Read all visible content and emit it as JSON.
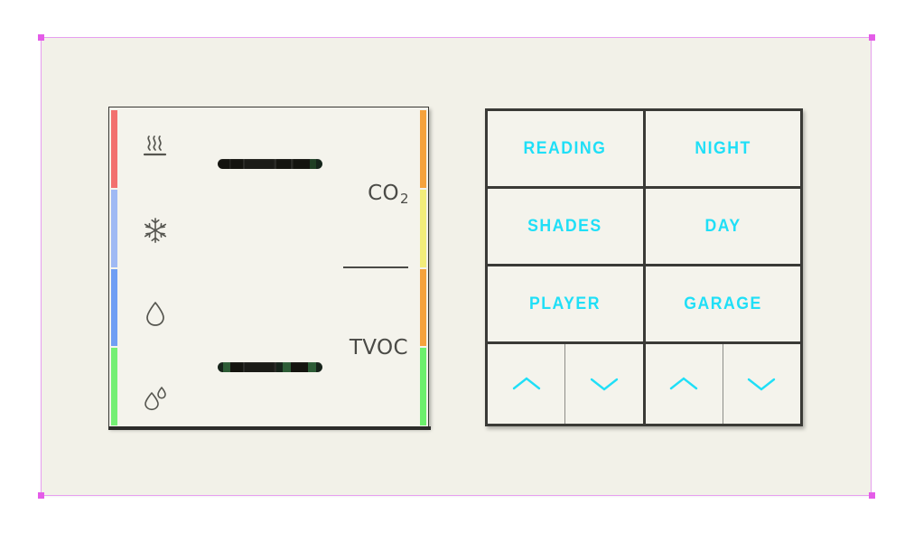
{
  "scene": {
    "background_color": "#ffffff",
    "plate_color": "#f2f1e8",
    "accent_color": "#1fdff7",
    "selection_color": "#e45ce8"
  },
  "climate_module": {
    "name": "climate-air-quality-module",
    "panel_color": "#f4f3ec",
    "icons": [
      {
        "name": "heating-icon",
        "label": "Heating"
      },
      {
        "name": "cooling-snowflake-icon",
        "label": "Cooling"
      },
      {
        "name": "humidify-droplet-icon",
        "label": "Humidify"
      },
      {
        "name": "dehumidify-droplet-icon",
        "label": "Dehumidify"
      }
    ],
    "sensor_labels": {
      "co2": "CO",
      "co2_subscript": "2",
      "tvoc": "TVOC"
    },
    "led_strip_left": [
      {
        "name": "led-heating",
        "color": "#f2706e"
      },
      {
        "name": "led-cooling-pale",
        "color": "#9fb9f4"
      },
      {
        "name": "led-humidify",
        "color": "#6f9ef4"
      },
      {
        "name": "led-dehumidify",
        "color": "#74ef74"
      }
    ],
    "led_strip_right": [
      {
        "name": "led-co2-high",
        "color": "#f5a23c"
      },
      {
        "name": "led-co2-medium",
        "color": "#f2ec7a"
      },
      {
        "name": "led-tvoc-high",
        "color": "#f5a23c"
      },
      {
        "name": "led-tvoc-good",
        "color": "#6cf06c"
      }
    ],
    "display_bars": [
      {
        "name": "co2-level-bar"
      },
      {
        "name": "tvoc-level-bar"
      }
    ]
  },
  "keypad_module": {
    "name": "scene-keypad-module",
    "rows": [
      [
        {
          "name": "key-reading",
          "label": "READING"
        },
        {
          "name": "key-night",
          "label": "NIGHT"
        }
      ],
      [
        {
          "name": "key-shades",
          "label": "SHADES"
        },
        {
          "name": "key-day",
          "label": "DAY"
        }
      ],
      [
        {
          "name": "key-player",
          "label": "PLAYER"
        },
        {
          "name": "key-garage",
          "label": "GARAGE"
        }
      ]
    ],
    "dimmer_row": [
      {
        "name": "key-dim-left-up",
        "icon": "chevron-up-icon"
      },
      {
        "name": "key-dim-left-down",
        "icon": "chevron-down-icon"
      },
      {
        "name": "key-dim-right-up",
        "icon": "chevron-up-icon"
      },
      {
        "name": "key-dim-right-down",
        "icon": "chevron-down-icon"
      }
    ]
  }
}
